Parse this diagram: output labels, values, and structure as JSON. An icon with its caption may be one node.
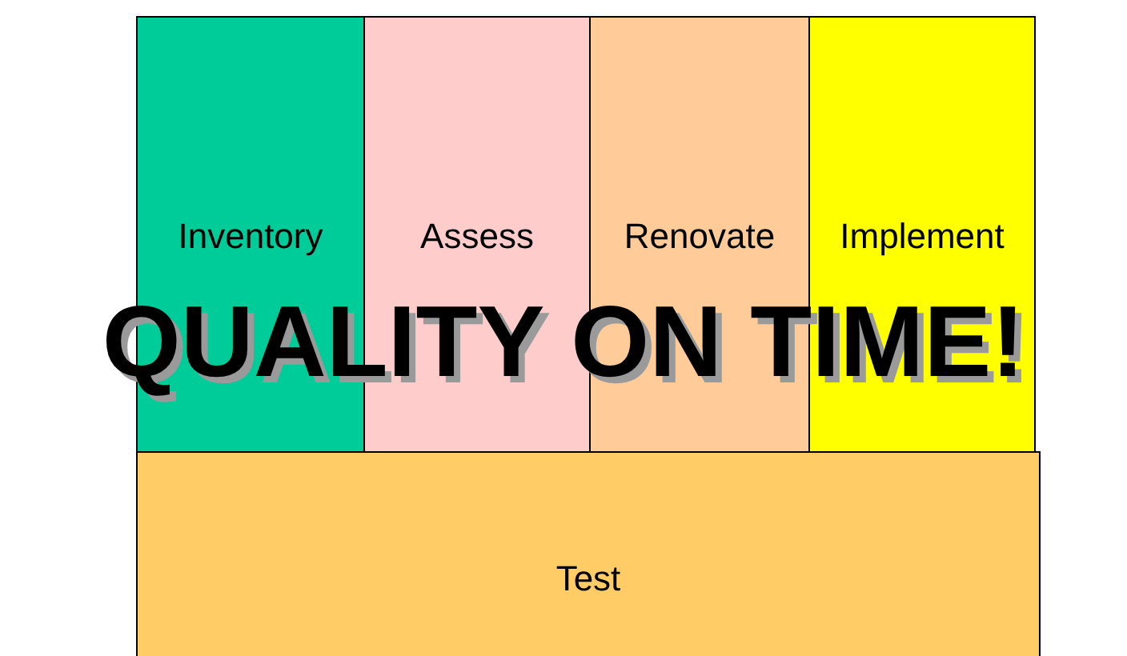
{
  "diagram": {
    "title": "QUALITY ON TIME!",
    "nodes": [
      {
        "text": [
          "Inventory"
        ]
      },
      {
        "text": [
          "Assess"
        ]
      },
      {
        "text": [
          "Renovate"
        ]
      },
      {
        "text": [
          "Implement"
        ]
      },
      {
        "text": [
          "Test"
        ]
      }
    ]
  }
}
